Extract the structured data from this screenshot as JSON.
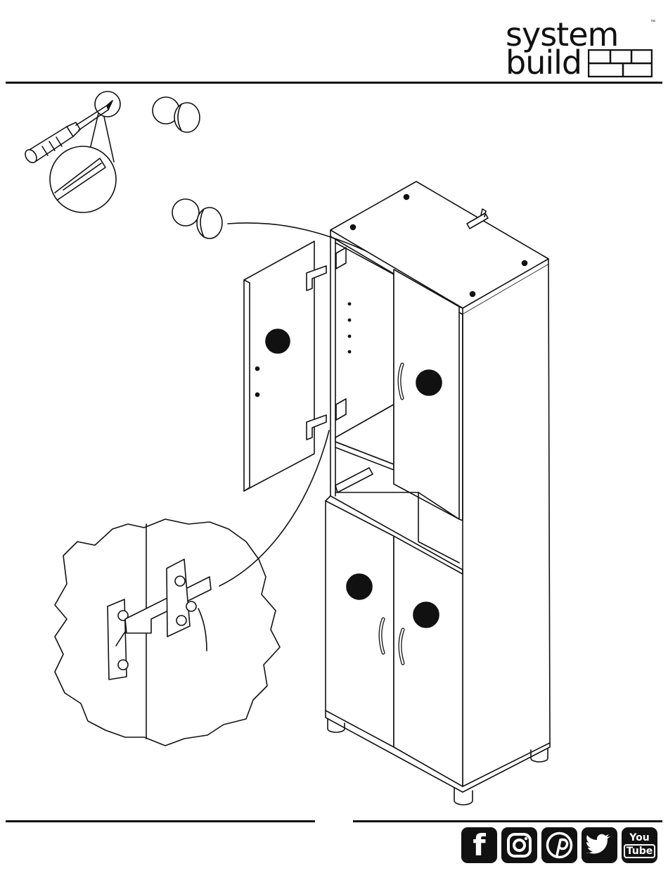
{
  "brand": {
    "word1": "system",
    "word2": "build",
    "tm": "™"
  },
  "callouts": {
    "step_parts": [
      "",
      "",
      ""
    ]
  },
  "social": {
    "facebook": "f",
    "youtube_top": "You",
    "youtube_bottom": "Tube"
  },
  "colors": {
    "ink": "#111111",
    "paper": "#ffffff"
  }
}
